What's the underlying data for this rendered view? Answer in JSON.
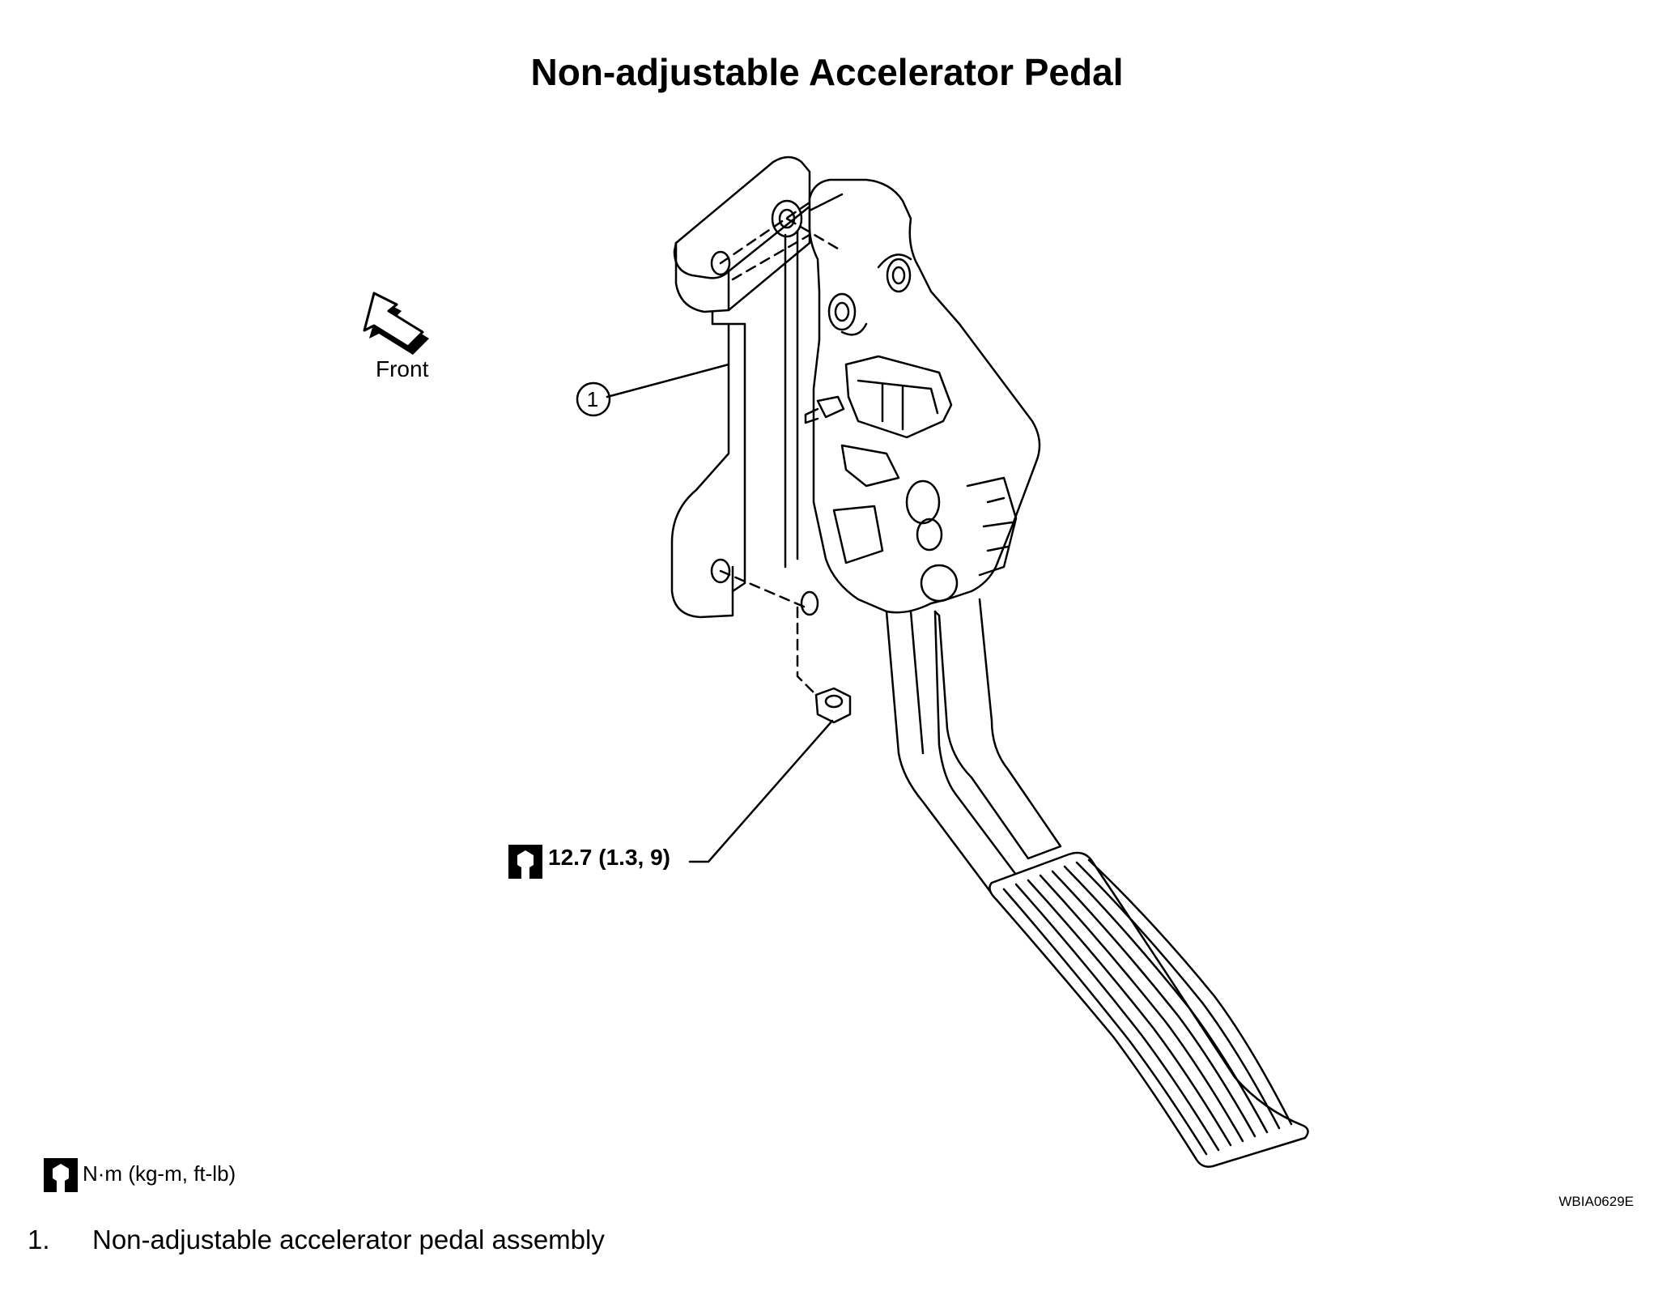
{
  "title": "Non-adjustable Accelerator Pedal",
  "front_label": "Front",
  "callout_number": "1",
  "torque_spec": "12.7 (1.3, 9)",
  "torque_units_legend": "N·m (kg-m, ft-lb)",
  "reference_code": "WBIA0629E",
  "parts_list": [
    {
      "number": "1.",
      "description": "Non-adjustable accelerator pedal assembly"
    }
  ],
  "icons": {
    "front_arrow": "front-arrow-icon",
    "torque_wrench": "torque-wrench-icon"
  },
  "colors": {
    "line": "#000000",
    "background": "#ffffff"
  }
}
